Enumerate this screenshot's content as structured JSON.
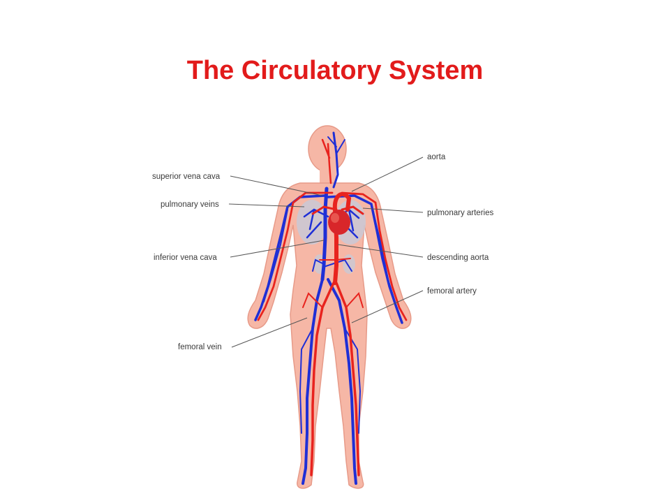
{
  "title": "The Circulatory System",
  "colors": {
    "title": "#e21b1b",
    "artery": "#e8231e",
    "vein": "#1f2fd6",
    "skin": "#f6b7a6",
    "skin_outline": "#e79a88",
    "heart": "#d8262a",
    "lungs": "#c9c9d6"
  },
  "labels": {
    "superior_vena_cava": "superior vena cava",
    "pulmonary_veins": "pulmonary veins",
    "inferior_vena_cava": "inferior vena cava",
    "femoral_vein": "femoral vein",
    "aorta": "aorta",
    "pulmonary_arteries": "pulmonary arteries",
    "descending_aorta": "descending aorta",
    "femoral_artery": "femoral artery"
  }
}
